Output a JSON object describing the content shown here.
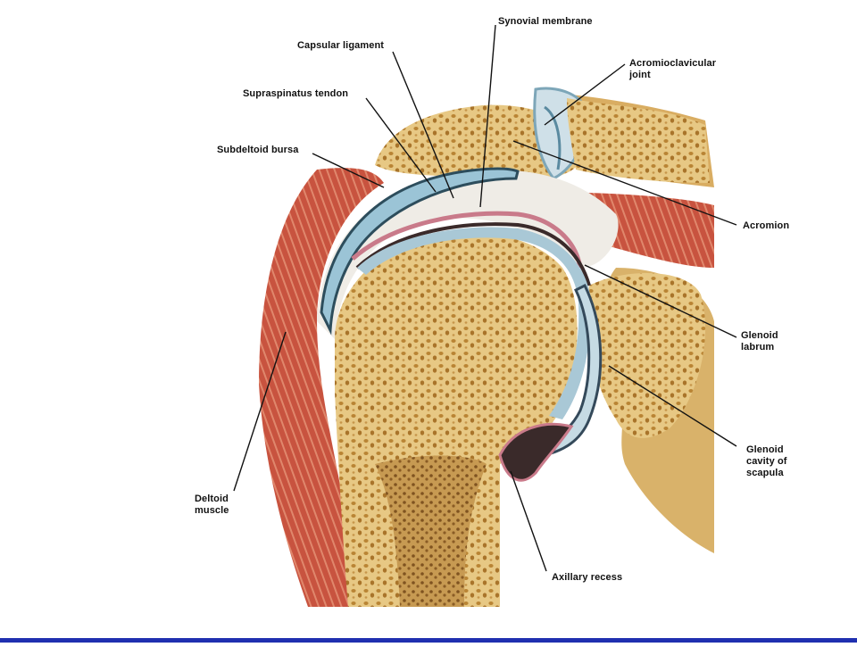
{
  "labels": {
    "synovial_membrane": "Synovial membrane",
    "capsular_ligament": "Capsular ligament",
    "acromioclavicular_joint": "Acromioclavicular\njoint",
    "supraspinatus_tendon": "Supraspinatus tendon",
    "subdeltoid_bursa": "Subdeltoid bursa",
    "acromion": "Acromion",
    "glenoid_labrum": "Glenoid\nlabrum",
    "glenoid_cavity": "Glenoid\ncavity of\nscapula",
    "deltoid_muscle": "Deltoid\nmuscle",
    "axillary_recess": "Axillary recess"
  },
  "colors": {
    "bone": "#e9cf8f",
    "bone_dark": "#c99a45",
    "trabecular": "#b07a2e",
    "muscle": "#c9533d",
    "muscle_light": "#e08a6e",
    "cartilage": "#a9c8d6",
    "synovial": "#c97a8a",
    "cavity": "#3a2a2a",
    "leader": "#111111",
    "rule": "#1f2fb0"
  }
}
